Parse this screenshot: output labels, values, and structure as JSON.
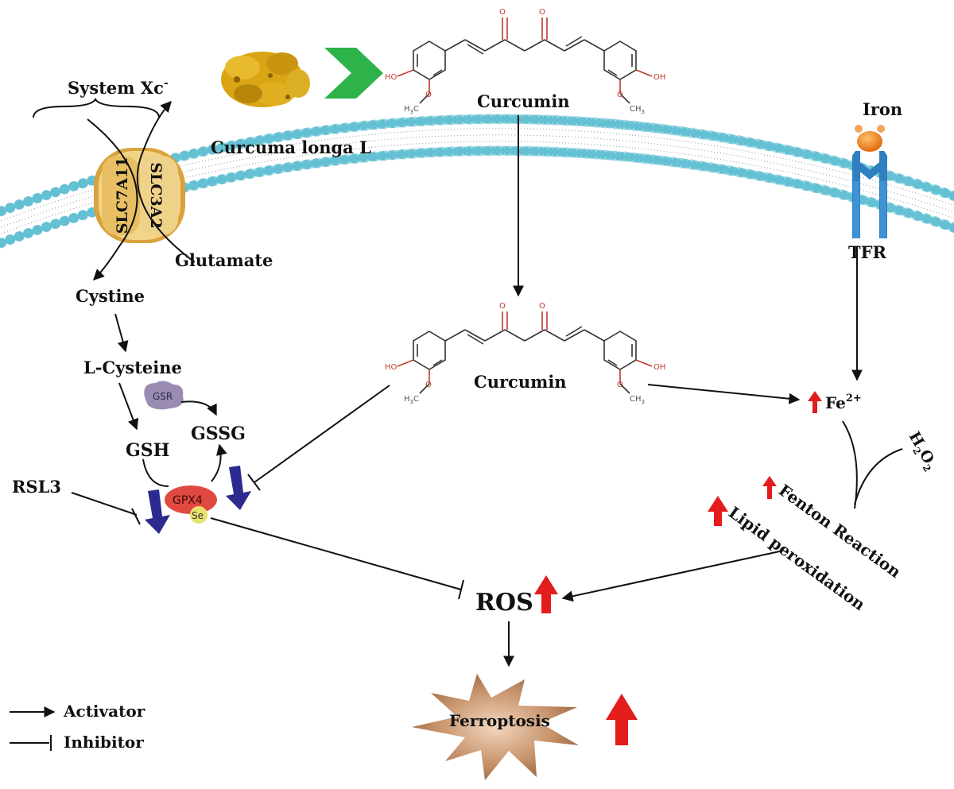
{
  "labels": {
    "curcuma": "Curcuma longa L",
    "curcumin_top": "Curcumin",
    "curcumin_mid": "Curcumin",
    "system_xc": "System Xc",
    "system_xc_sup": "-",
    "slc7a11": "SLC7A11",
    "slc3a2": "SLC3A2",
    "glutamate": "Glutamate",
    "cystine": "Cystine",
    "l_cysteine": "L-Cysteine",
    "gsr": "GSR",
    "gsh": "GSH",
    "gssg": "GSSG",
    "gpx4": "GPX4",
    "se": "Se",
    "rsl3": "RSL3",
    "iron": "Iron",
    "tfr": "TFR",
    "fe": "Fe",
    "fe_sup": "2+",
    "h2o2_h": "H",
    "h2o2_2a": "2",
    "h2o2_o": "O",
    "h2o2_2b": "2",
    "fenton": "Fenton Reaction",
    "lipid": "Lipid peroxidation",
    "ros": "ROS",
    "ferroptosis": "Ferroptosis",
    "chem_ho": "HO",
    "chem_oh": "OH",
    "chem_o": "O",
    "chem_h3c": "H",
    "chem_h3c_sub": "3",
    "chem_h3c_c": "C",
    "chem_ch3": "CH",
    "chem_ch3_sub": "3"
  },
  "legend": {
    "activator": "Activator",
    "inhibitor": "Inhibitor"
  },
  "colors": {
    "membrane": "#7fd3e3",
    "transporter": "#e6c36a",
    "gpx4": "#e0493f",
    "gsr": "#9a8bb3",
    "se": "#e8e36a",
    "tfr": "#2f7fc1",
    "iron": "#f07f1b",
    "up_arrow": "#e31c1c",
    "down_arrow": "#2a2a8f",
    "curcuma_arrow": "#2db34a",
    "ferroptosis_fill": "#b8845e"
  }
}
